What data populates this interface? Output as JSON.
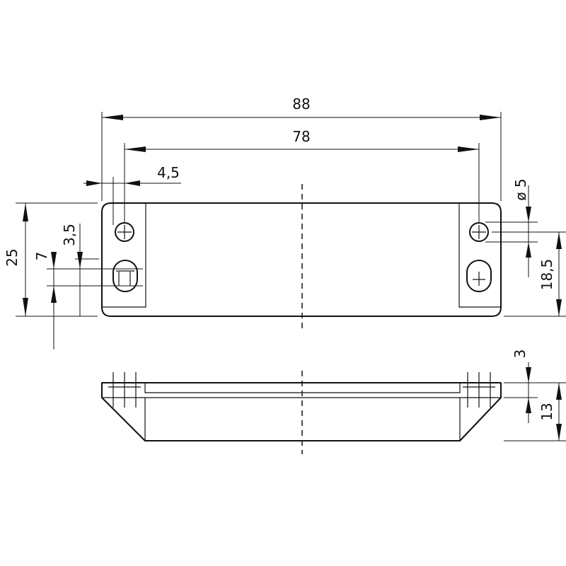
{
  "dimensions": {
    "overall_length": "88",
    "hole_spacing": "78",
    "edge_to_hole": "4,5",
    "hole_diameter": "ø 5",
    "height": "25",
    "slot_length": "7",
    "top_to_slot": "3,5",
    "hole_to_bottom": "18,5",
    "flange_thickness": "3",
    "total_thickness": "13"
  }
}
